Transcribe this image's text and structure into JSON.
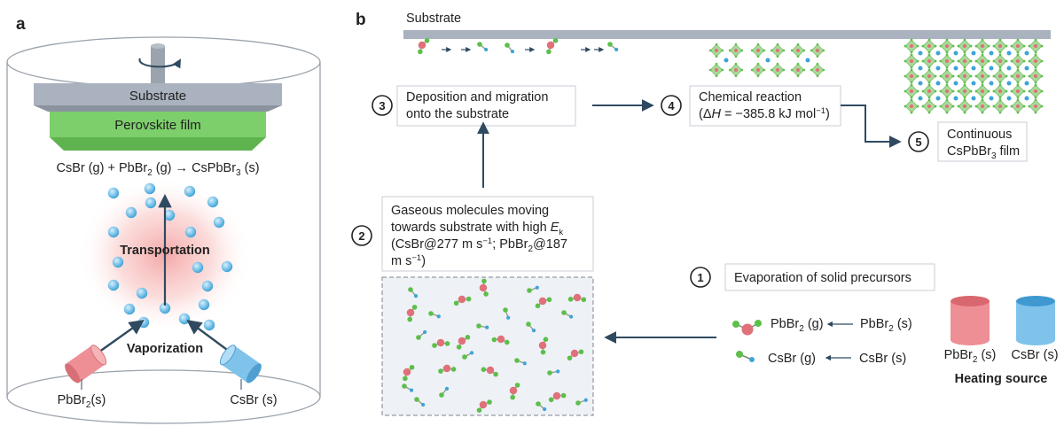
{
  "panel_a": {
    "label": "a",
    "substrate": "Substrate",
    "film": "Perovskite film",
    "equation": {
      "part1": "CsBr (g) + PbBr",
      "sub1": "2",
      "part2": " (g) → CsPbBr",
      "sub2": "3",
      "part3": " (s)"
    },
    "transportation": "Transportation",
    "vaporization": "Vaporization",
    "left_source": {
      "main": "PbBr",
      "sub": "2",
      "rest": "(s)"
    },
    "right_source": "CsBr (s)"
  },
  "panel_b": {
    "label": "b",
    "substrate": "Substrate",
    "steps": {
      "s1": {
        "num": "1",
        "text": "Evaporation of solid precursors"
      },
      "s2": {
        "num": "2",
        "line1": "Gaseous molecules moving",
        "line2": "towards substrate with high ",
        "line2_var": "E",
        "line2_sub": "k",
        "line3_a": "(CsBr@277 m s",
        "line3_sup": "−1",
        "line3_b": "; PbBr",
        "line3_sub": "2",
        "line3_c": "@187",
        "line4_a": "m s",
        "line4_sup": "−1",
        "line4_b": ")"
      },
      "s3": {
        "num": "3",
        "line1": "Deposition and migration",
        "line2": "onto the substrate"
      },
      "s4": {
        "num": "4",
        "line1": "Chemical reaction",
        "line2_a": "(Δ",
        "line2_var": "H",
        "line2_b": " = −385.8 kJ mol",
        "line2_sup": "−1",
        "line2_c": ")"
      },
      "s5": {
        "num": "5",
        "line1": "Continuous",
        "line2_a": "CsPbBr",
        "line2_sub": "3",
        "line2_b": " film"
      }
    },
    "gas_pbbr2": {
      "main": "PbBr",
      "sub": "2",
      "rest": " (g)"
    },
    "solid_pbbr2": {
      "main": "PbBr",
      "sub": "2",
      "rest": " (s)"
    },
    "gas_csbr": "CsBr (g)",
    "solid_csbr": "CsBr (s)",
    "heat_pbbr2": {
      "main": "PbBr",
      "sub": "2",
      "rest": " (s)"
    },
    "heat_csbr": "CsBr (s)",
    "heating_source": "Heating source"
  },
  "colors": {
    "substrate": "#a9b2be",
    "film": "#7dcf6b",
    "arrow": "#2f4a60",
    "pb_atom": "#e0707a",
    "br_atom": "#5cbf4a",
    "cs_atom": "#3fa4d8",
    "gas_sphere": "#7fc3eb",
    "heat_red": "#ee8f95",
    "heat_blue": "#7fc3eb"
  }
}
